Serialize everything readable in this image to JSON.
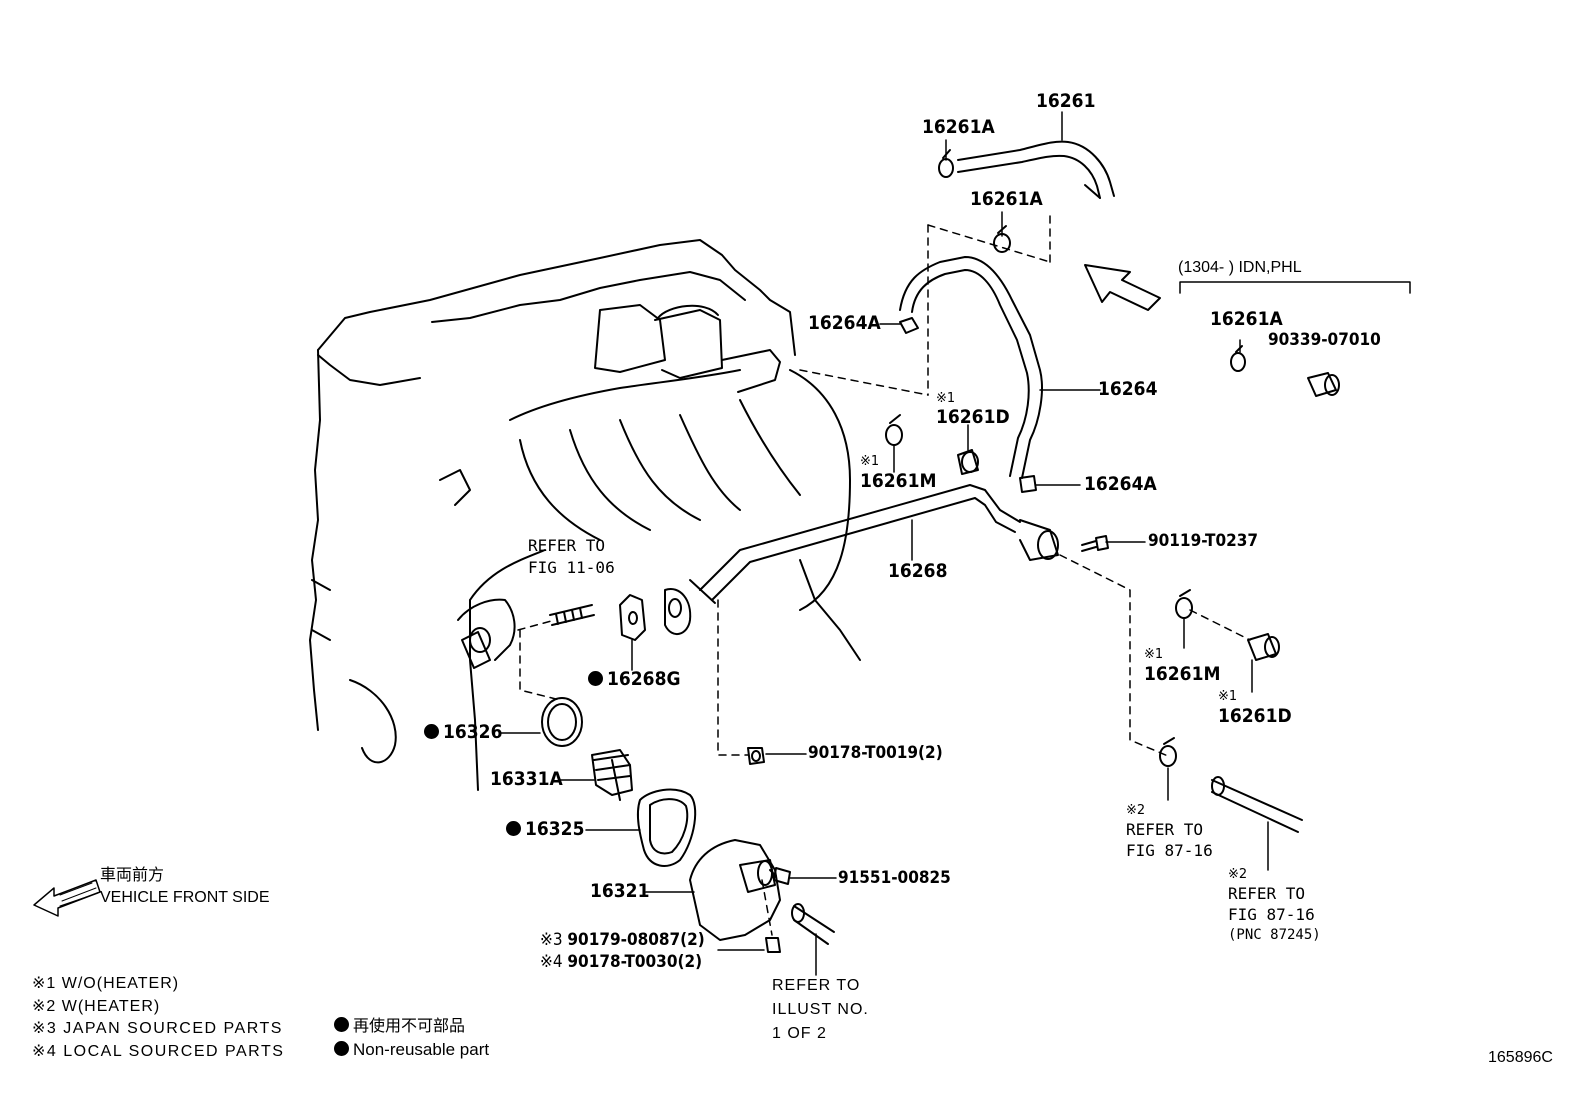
{
  "diagram_id": "165896C",
  "direction": {
    "jp": "車両前方",
    "en": "VEHICLE FRONT SIDE"
  },
  "legend": {
    "note1": "※1 W/O(HEATER)",
    "note2": "※2 W(HEATER)",
    "note3": "※3 JAPAN SOURCED PARTS",
    "note4": "※4 LOCAL SOURCED PARTS",
    "nonreuse_jp": "再使用不可部品",
    "nonreuse_en": "Non-reusable part"
  },
  "variant_box": {
    "label": "(1304-      ) IDN,PHL"
  },
  "marks": {
    "m1": "※1",
    "m2": "※2",
    "m3": "※3",
    "m4": "※4"
  },
  "parts": {
    "p16261": "16261",
    "p16261A_1": "16261A",
    "p16261A_2": "16261A",
    "p16261A_3": "16261A",
    "p90339": "90339-07010",
    "p16264A_1": "16264A",
    "p16264A_2": "16264A",
    "p16264": "16264",
    "p16261D_1": "16261D",
    "p16261D_2": "16261D",
    "p16261M_1": "16261M",
    "p16261M_2": "16261M",
    "p90119": "90119-T0237",
    "p16268": "16268",
    "p16268G": "16268G",
    "p16326": "16326",
    "p16331A": "16331A",
    "p16325": "16325",
    "p16321": "16321",
    "p90178_T0019": "90178-T0019(2)",
    "p91551": "91551-00825",
    "p90179": "90179-08087(2)",
    "p90178_T0030": "90178-T0030(2)"
  },
  "refs": {
    "fig1106_a": "REFER TO",
    "fig1106_b": "FIG 11-06",
    "fig8716_a_1": "REFER TO",
    "fig8716_a_2": "FIG 87-16",
    "fig8716_b_1": "REFER TO",
    "fig8716_b_2": "FIG 87-16",
    "fig8716_b_3": "(PNC 87245)",
    "illust_1": "REFER TO",
    "illust_2": "ILLUST NO.",
    "illust_3": "1 OF 2"
  }
}
